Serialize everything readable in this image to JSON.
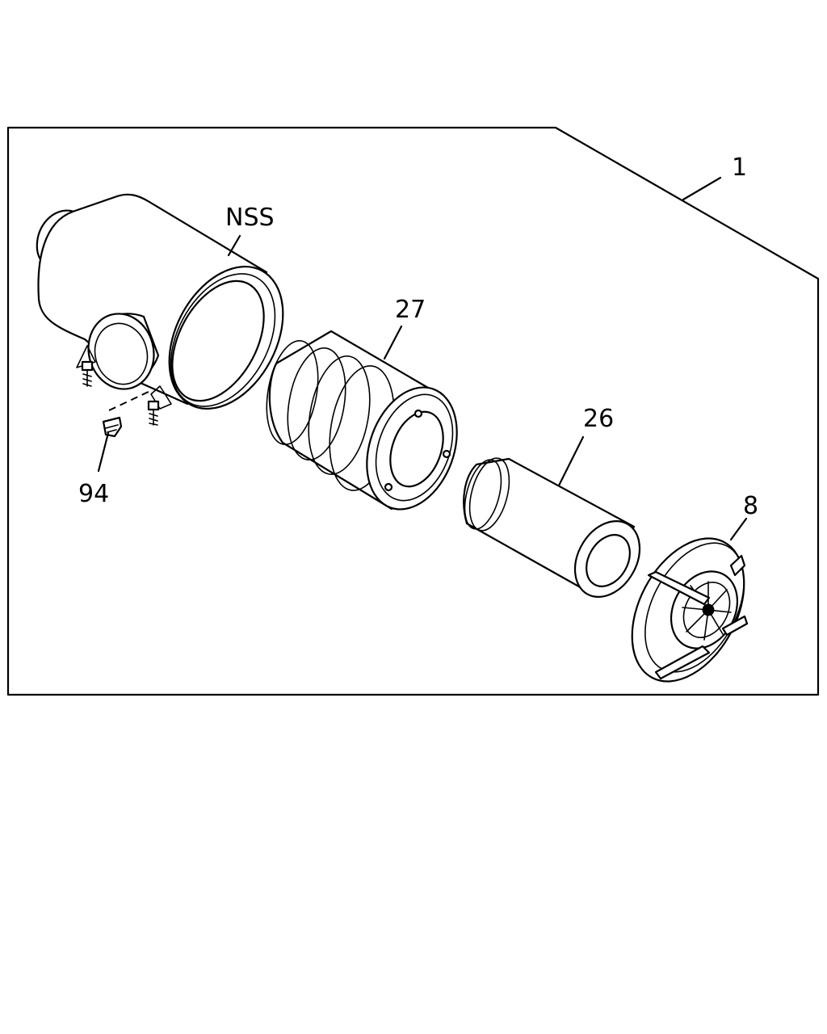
{
  "callouts": {
    "assembly": "1",
    "housing": "NSS",
    "primary_element": "27",
    "safety_element": "26",
    "cover": "8",
    "clamp": "94"
  }
}
